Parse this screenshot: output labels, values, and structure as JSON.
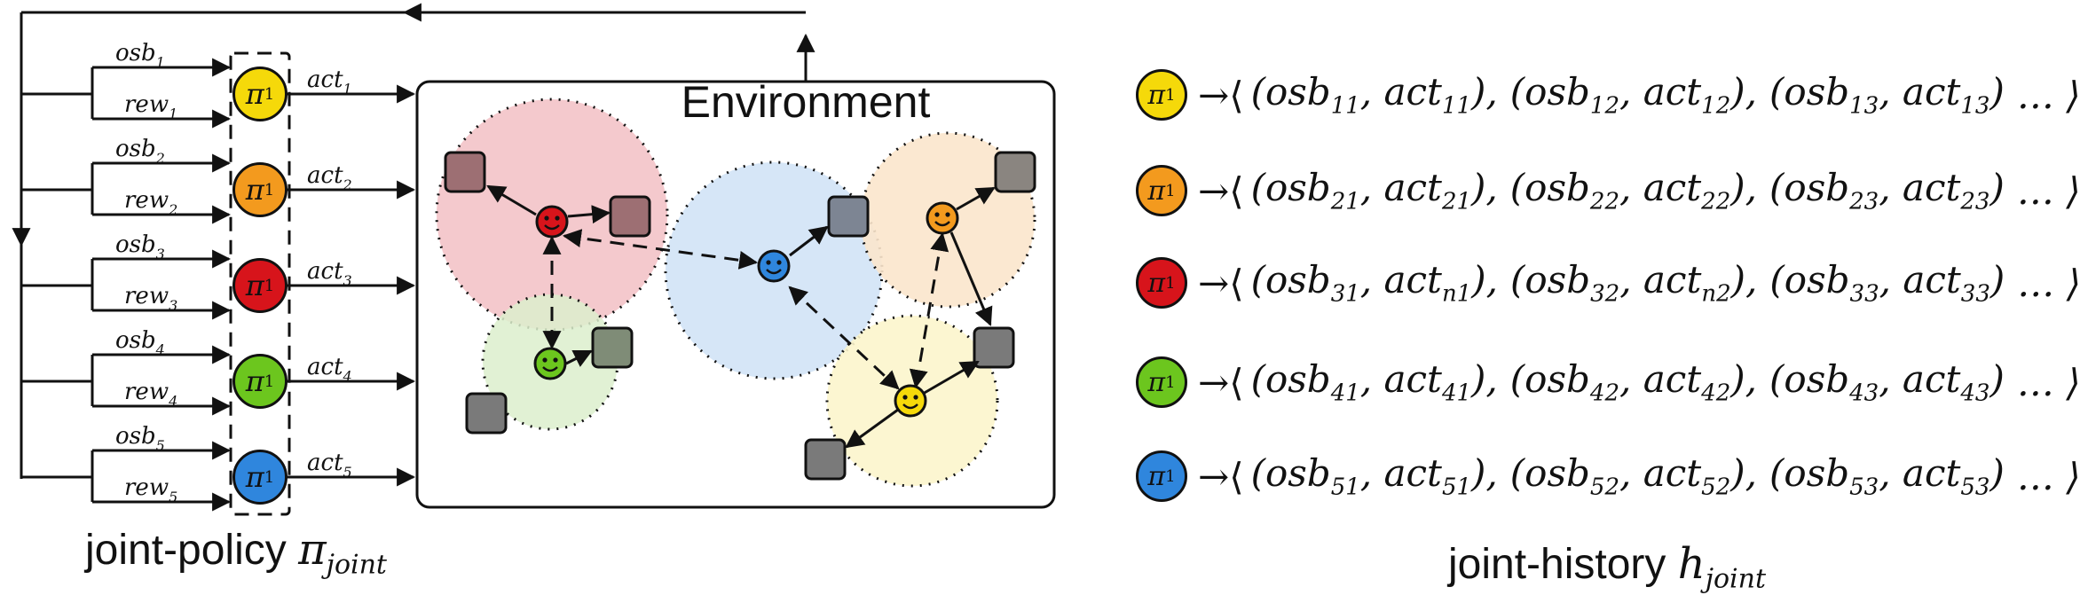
{
  "environment_label": "Environment",
  "policy_symbol": "π",
  "policy_subscript": "1",
  "agents": [
    {
      "color": "#f5d90a",
      "osb": "osb",
      "osb_sub": "1",
      "rew": "rew",
      "rew_sub": "1",
      "act": "act",
      "act_sub": "1"
    },
    {
      "color": "#f39a1e",
      "osb": "osb",
      "osb_sub": "2",
      "rew": "rew",
      "rew_sub": "2",
      "act": "act",
      "act_sub": "2"
    },
    {
      "color": "#d7141b",
      "osb": "osb",
      "osb_sub": "3",
      "rew": "rew",
      "rew_sub": "3",
      "act": "act",
      "act_sub": "3"
    },
    {
      "color": "#6cc61e",
      "osb": "osb",
      "osb_sub": "4",
      "rew": "rew",
      "rew_sub": "4",
      "act": "act",
      "act_sub": "4"
    },
    {
      "color": "#2f86dd",
      "osb": "osb",
      "osb_sub": "5",
      "rew": "rew",
      "rew_sub": "5",
      "act": "act",
      "act_sub": "5"
    }
  ],
  "joint_policy_caption": {
    "text": "joint-policy",
    "symbol": "π",
    "subscript": "joint"
  },
  "joint_history_caption": {
    "text": "joint-history",
    "symbol": "h",
    "subscript": "joint"
  },
  "histories": [
    {
      "pairs": [
        [
          "11",
          "11"
        ],
        [
          "12",
          "12"
        ],
        [
          "13",
          "13"
        ]
      ]
    },
    {
      "pairs": [
        [
          "21",
          "21"
        ],
        [
          "22",
          "22"
        ],
        [
          "23",
          "23"
        ]
      ]
    },
    {
      "pairs": [
        [
          "31",
          "n1"
        ],
        [
          "32",
          "n2"
        ],
        [
          "33",
          "33"
        ]
      ]
    },
    {
      "pairs": [
        [
          "41",
          "41"
        ],
        [
          "42",
          "42"
        ],
        [
          "43",
          "43"
        ]
      ]
    },
    {
      "pairs": [
        [
          "51",
          "51"
        ],
        [
          "52",
          "52"
        ],
        [
          "53",
          "53"
        ]
      ]
    }
  ],
  "history_ellipsis": "…"
}
